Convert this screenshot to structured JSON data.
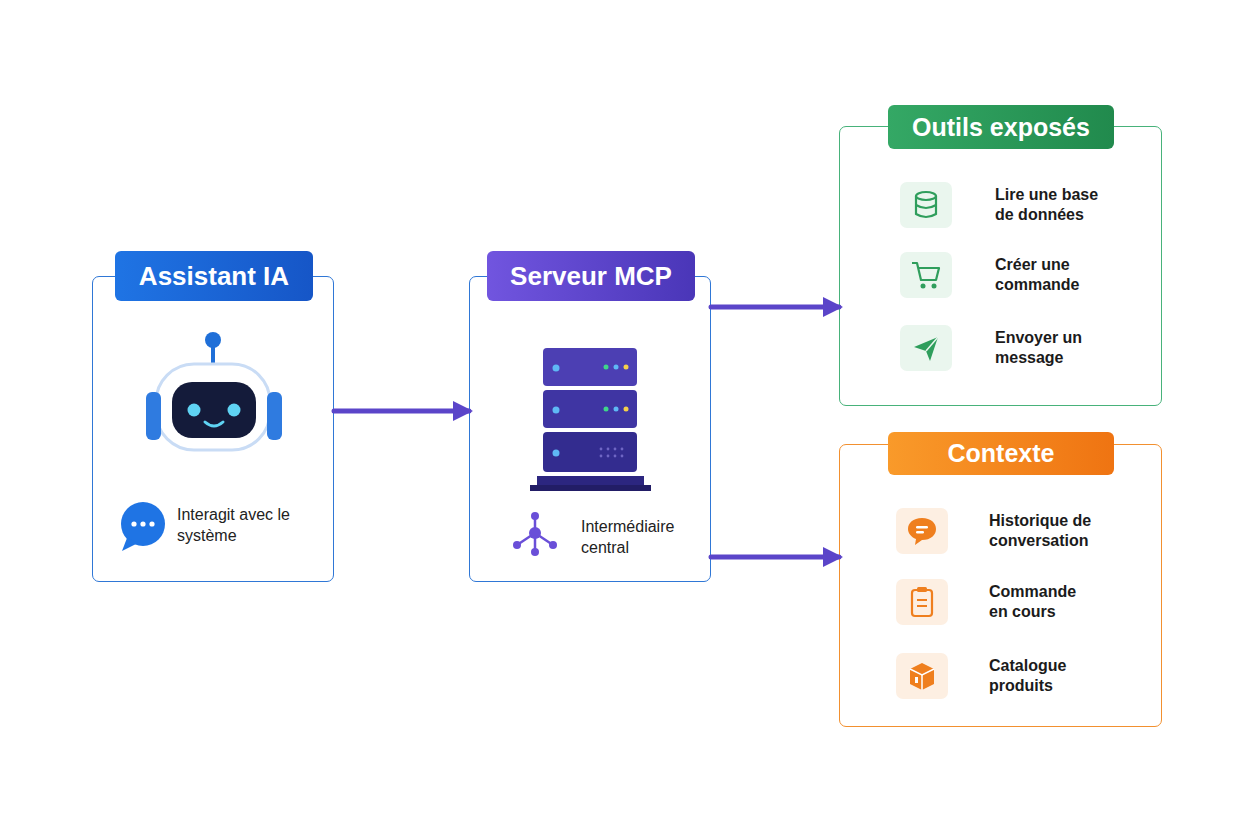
{
  "diagram": {
    "nodes": [
      {
        "text": [
          "Assistant IA",
          "Interagit avec le système"
        ]
      },
      {
        "text": [
          "Serveur MCP",
          "Intermédiaire central"
        ]
      },
      {
        "text": [
          "Outils exposés"
        ]
      },
      {
        "text": [
          "Lire une base de données"
        ],
        "in": 2
      },
      {
        "text": [
          "Créer une commande"
        ],
        "in": 2
      },
      {
        "text": [
          "Envoyer un message"
        ],
        "in": 2
      },
      {
        "text": [
          "Contexte"
        ]
      },
      {
        "text": [
          "Historique de conversation"
        ],
        "in": 6
      },
      {
        "text": [
          "Commande en cours"
        ],
        "in": 6
      },
      {
        "text": [
          "Catalogue produits"
        ],
        "in": 6
      }
    ],
    "edges": [
      {
        "from": 0,
        "to": 1,
        "arrow": "to"
      },
      {
        "from": 1,
        "to": 2,
        "arrow": "to"
      },
      {
        "from": 1,
        "to": 6,
        "arrow": "to"
      }
    ]
  }
}
